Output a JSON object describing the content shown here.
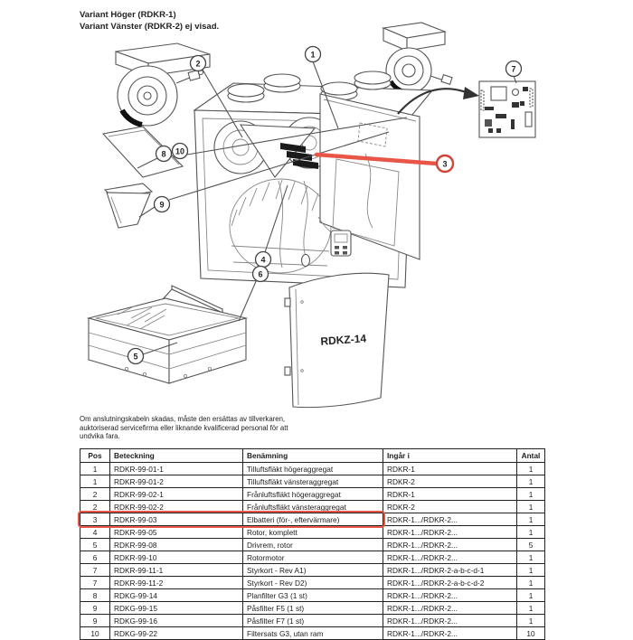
{
  "page": {
    "variant_line1": "Variant Höger (RDKR-1)",
    "variant_line2": "Variant Vänster (RDKR-2) ej visad."
  },
  "diagram": {
    "unit_panel_label": "RDKZ-14",
    "highlight_color": "#e95648",
    "callouts": [
      {
        "num": "1"
      },
      {
        "num": "2"
      },
      {
        "num": "7"
      },
      {
        "num": "8"
      },
      {
        "num": "10"
      },
      {
        "num": "9"
      },
      {
        "num": "4"
      },
      {
        "num": "6"
      },
      {
        "num": "5"
      },
      {
        "num": "3"
      }
    ]
  },
  "warning": {
    "line1": "Om anslutningskabeln skadas, måste den ersättas av tillverkaren,",
    "line2": "auktoriserad servicefirma eller liknande kvalificerad personal för att",
    "line3": "undvika fara."
  },
  "table": {
    "headers": [
      "Pos",
      "Beteckning",
      "Benämning",
      "Ingår i",
      "Antal"
    ],
    "col_keys": [
      "pos",
      "beteckning",
      "benamning",
      "ingar_i",
      "antal"
    ],
    "highlighted_row_index": 4,
    "rows": [
      {
        "pos": "1",
        "beteckning": "RDKR-99-01-1",
        "benamning": "Tilluftsfläkt högeraggregat",
        "ingar_i": "RDKR-1",
        "antal": "1"
      },
      {
        "pos": "1",
        "beteckning": "RDKR-99-01-2",
        "benamning": "Tilluftsfläkt vänsteraggregat",
        "ingar_i": "RDKR-2",
        "antal": "1"
      },
      {
        "pos": "2",
        "beteckning": "RDKR-99-02-1",
        "benamning": "Frånluftsfläkt högeraggregat",
        "ingar_i": "RDKR-1",
        "antal": "1"
      },
      {
        "pos": "2",
        "beteckning": "RDKR-99-02-2",
        "benamning": "Frånluftsfläkt vänsteraggregat",
        "ingar_i": "RDKR-2",
        "antal": "1"
      },
      {
        "pos": "3",
        "beteckning": "RDKR-99-03",
        "benamning": "Elbatteri (för-, eftervärmare)",
        "ingar_i": "RDKR-1.../RDKR-2...",
        "antal": "1"
      },
      {
        "pos": "4",
        "beteckning": "RDKR-99-05",
        "benamning": "Rotor, komplett",
        "ingar_i": "RDKR-1.../RDKR-2...",
        "antal": "1"
      },
      {
        "pos": "5",
        "beteckning": "RDKR-99-08",
        "benamning": "Drivrem, rotor",
        "ingar_i": "RDKR-1.../RDKR-2...",
        "antal": "5"
      },
      {
        "pos": "6",
        "beteckning": "RDKR-99-10",
        "benamning": "Rotormotor",
        "ingar_i": "RDKR-1.../RDKR-2...",
        "antal": "1"
      },
      {
        "pos": "7",
        "beteckning": "RDKR-99-11-1",
        "benamning": "Styrkort - Rev A1)",
        "ingar_i": "RDKR-1.../RDKR-2-a-b-c-d-1",
        "antal": "1"
      },
      {
        "pos": "7",
        "beteckning": "RDKR-99-11-2",
        "benamning": "Styrkort - Rev D2)",
        "ingar_i": "RDKR-1.../RDKR-2-a-b-c-d-2",
        "antal": "1"
      },
      {
        "pos": "8",
        "beteckning": "RDKG-99-14",
        "benamning": "Planfilter G3 (1 st)",
        "ingar_i": "RDKR-1.../RDKR-2...",
        "antal": "1"
      },
      {
        "pos": "9",
        "beteckning": "RDKG-99-15",
        "benamning": "Påsfilter F5 (1 st)",
        "ingar_i": "RDKR-1.../RDKR-2...",
        "antal": "1"
      },
      {
        "pos": "9",
        "beteckning": "RDKG-99-16",
        "benamning": "Påsfilter F7 (1 st)",
        "ingar_i": "RDKR-1.../RDKR-2...",
        "antal": "1"
      },
      {
        "pos": "10",
        "beteckning": "RDKG-99-22",
        "benamning": "Filtersats G3, utan ram",
        "ingar_i": "RDKR-1.../RDKR-2...",
        "antal": "10"
      }
    ]
  }
}
